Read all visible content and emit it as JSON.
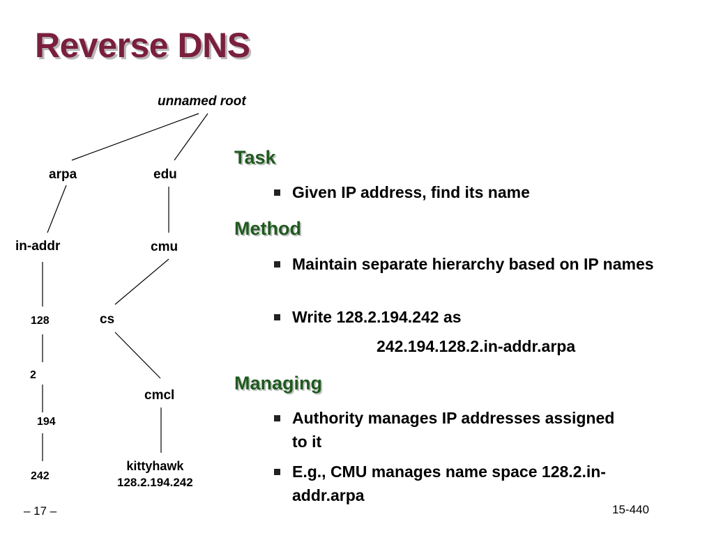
{
  "slide": {
    "title": "Reverse DNS",
    "page_number": "– 17 –",
    "course": "15-440"
  },
  "tree": {
    "root": "unnamed root",
    "arpa": "arpa",
    "edu": "edu",
    "in_addr": "in-addr",
    "cmu": "cmu",
    "cs": "cs",
    "n128": "128",
    "n2": "2",
    "n194": "194",
    "n242": "242",
    "cmcl": "cmcl",
    "host_name": "kittyhawk",
    "host_ip": "128.2.194.242"
  },
  "sections": {
    "task": {
      "heading": "Task",
      "bullets": [
        "Given IP address, find its name"
      ]
    },
    "method": {
      "heading": "Method",
      "bullets": [
        "Maintain separate hierarchy based on IP names",
        "Write 128.2.194.242 as"
      ],
      "example": "242.194.128.2.in-addr.arpa"
    },
    "managing": {
      "heading": "Managing",
      "bullets": [
        "Authority manages IP addresses assigned to it",
        "E.g., CMU manages name space 128.2.in-addr.arpa"
      ]
    }
  },
  "colors": {
    "title": "#7a1f3d",
    "heading": "#1f5a1f",
    "shadow": "#b8b8b8"
  }
}
